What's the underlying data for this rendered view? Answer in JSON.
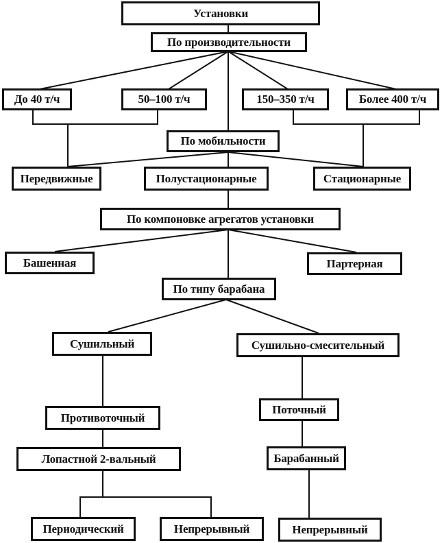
{
  "diagram": {
    "title": "Установки",
    "nodes": {
      "root": "Установки",
      "by_productivity": "По производительности",
      "p_40": "До 40 т/ч",
      "p_50_100": "50–100 т/ч",
      "p_150_350": "150–350 т/ч",
      "p_400": "Более 400 т/ч",
      "by_mobility": "По мобильности",
      "mobile": "Передвижные",
      "semi_stationary": "Полустационарные",
      "stationary": "Стационарные",
      "by_layout": "По компоновке агрегатов установки",
      "tower": "Башенная",
      "parterre": "Партерная",
      "by_drum": "По типу барабана",
      "drying": "Сушильный",
      "drying_mixing": "Сушильно-смесительный",
      "counterflow": "Противоточный",
      "flow": "Поточный",
      "paddle_twin": "Лопастной 2-вальный",
      "drum": "Барабанный",
      "periodic": "Периодический",
      "continuous_left": "Непрерывный",
      "continuous_right": "Непрерывный"
    },
    "edges": [
      [
        "root",
        "by_productivity"
      ],
      [
        "by_productivity",
        "p_40"
      ],
      [
        "by_productivity",
        "p_50_100"
      ],
      [
        "by_productivity",
        "p_150_350"
      ],
      [
        "by_productivity",
        "p_400"
      ],
      [
        "by_productivity",
        "by_mobility"
      ],
      [
        "p_40",
        "mobile"
      ],
      [
        "p_50_100",
        "mobile"
      ],
      [
        "p_150_350",
        "stationary"
      ],
      [
        "p_400",
        "stationary"
      ],
      [
        "by_mobility",
        "mobile"
      ],
      [
        "by_mobility",
        "semi_stationary"
      ],
      [
        "by_mobility",
        "stationary"
      ],
      [
        "semi_stationary",
        "by_layout"
      ],
      [
        "by_layout",
        "tower"
      ],
      [
        "by_layout",
        "parterre"
      ],
      [
        "by_layout",
        "by_drum"
      ],
      [
        "by_drum",
        "drying"
      ],
      [
        "by_drum",
        "drying_mixing"
      ],
      [
        "drying",
        "counterflow"
      ],
      [
        "counterflow",
        "paddle_twin"
      ],
      [
        "paddle_twin",
        "periodic"
      ],
      [
        "paddle_twin",
        "continuous_left"
      ],
      [
        "drying_mixing",
        "flow"
      ],
      [
        "flow",
        "drum"
      ],
      [
        "drum",
        "continuous_right"
      ]
    ]
  }
}
